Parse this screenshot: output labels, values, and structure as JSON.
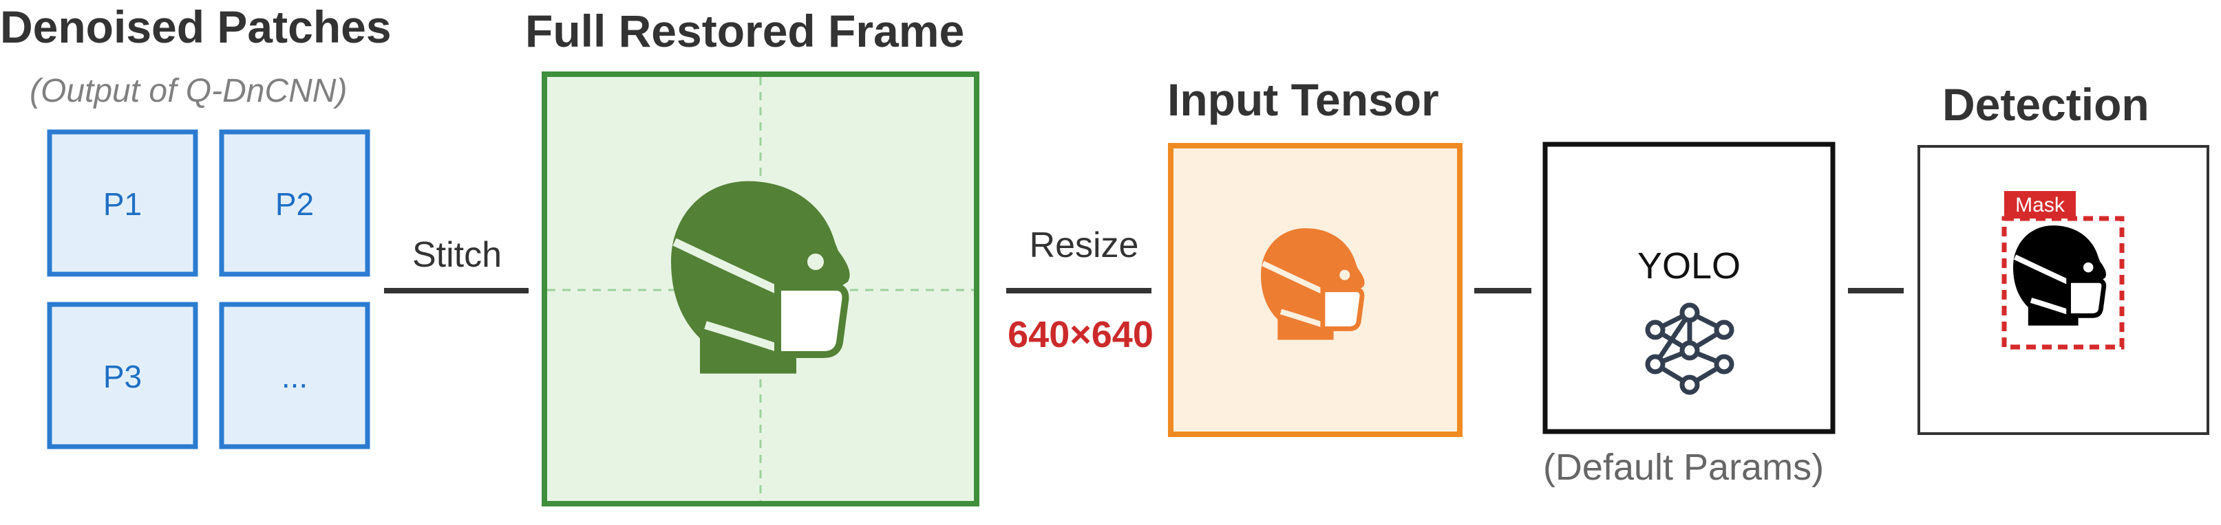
{
  "sections": {
    "patches": {
      "title": "Denoised Patches",
      "subtitle": "(Output of Q-DnCNN)",
      "patch_labels": [
        "P1",
        "P2",
        "P3",
        "..."
      ]
    },
    "frame": {
      "title": "Full Restored Frame"
    },
    "tensor": {
      "title": "Input Tensor"
    },
    "model": {
      "label": "YOLO",
      "caption": "(Default Params)"
    },
    "detection": {
      "title": "Detection",
      "box_label": "Mask"
    }
  },
  "arrows": {
    "stitch": "Stitch",
    "resize": "Resize",
    "resize_size": "640×640"
  },
  "colors": {
    "title_text": "#333333",
    "subtitle_text": "#808080",
    "patch_border": "#2b7bd0",
    "patch_fill": "#e2effb",
    "patch_text": "#1f6fc4",
    "frame_border": "#3f8f3c",
    "frame_fill": "#e7f4e4",
    "frame_icon": "#538135",
    "frame_guides": "#9ed19b",
    "tensor_border": "#ef8a22",
    "tensor_fill": "#fdf0df",
    "tensor_icon": "#ed7d31",
    "model_border": "#111111",
    "model_icon": "#333f50",
    "detection_icon": "#000000",
    "detection_box": "#d62a2a",
    "size_text": "#cc2a2a",
    "arrow": "#333333"
  },
  "icons": {
    "frame": "masked-person-head-icon",
    "tensor": "masked-person-head-icon",
    "model": "neural-network-icon",
    "detection": "masked-person-head-icon"
  }
}
